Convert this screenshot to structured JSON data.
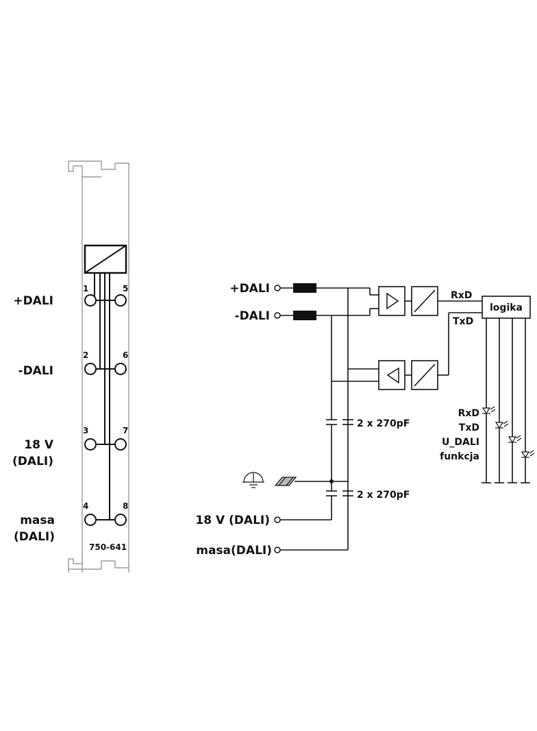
{
  "module": {
    "part_number": "750-641",
    "terminals": [
      {
        "left_number": "1",
        "right_number": "5",
        "label_lines": [
          "+DALI"
        ]
      },
      {
        "left_number": "2",
        "right_number": "6",
        "label_lines": [
          "-DALI"
        ]
      },
      {
        "left_number": "3",
        "right_number": "7",
        "label_lines": [
          "18 V",
          "(DALI)"
        ]
      },
      {
        "left_number": "4",
        "right_number": "8",
        "label_lines": [
          "masa",
          "(DALI)"
        ]
      }
    ]
  },
  "schematic": {
    "inputs": [
      "+DALI",
      "-DALI",
      "18 V (DALI)",
      "masa(DALI)"
    ],
    "capacitor_labels": [
      "2 x 270pF",
      "2 x 270pF"
    ],
    "signals": {
      "rx": "RxD",
      "tx": "TxD"
    },
    "logic_label": "logika",
    "leds": [
      "RxD",
      "TxD",
      "U_DALI",
      "funkcja"
    ]
  }
}
